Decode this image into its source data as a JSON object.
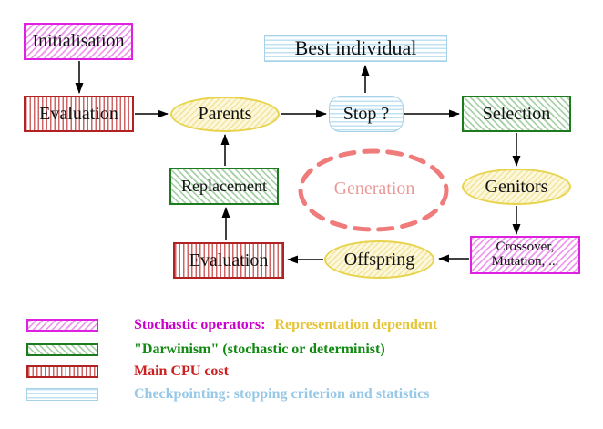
{
  "diagram": {
    "nodes": {
      "initialisation": {
        "label": "Initialisation"
      },
      "evaluation_top": {
        "label": "Evaluation"
      },
      "parents": {
        "label": "Parents"
      },
      "stop": {
        "label": "Stop ?"
      },
      "best_individual": {
        "label": "Best individual"
      },
      "selection": {
        "label": "Selection"
      },
      "genitors": {
        "label": "Genitors"
      },
      "crossover_mutation": {
        "line1": "Crossover,",
        "line2": "Mutation, ..."
      },
      "offspring": {
        "label": "Offspring"
      },
      "evaluation_bottom": {
        "label": "Evaluation"
      },
      "replacement": {
        "label": "Replacement"
      },
      "generation": {
        "label": "Generation"
      }
    },
    "edges": [
      {
        "from": "initialisation",
        "to": "evaluation_top"
      },
      {
        "from": "evaluation_top",
        "to": "parents"
      },
      {
        "from": "parents",
        "to": "stop"
      },
      {
        "from": "stop",
        "to": "best_individual"
      },
      {
        "from": "stop",
        "to": "selection"
      },
      {
        "from": "selection",
        "to": "genitors"
      },
      {
        "from": "genitors",
        "to": "crossover_mutation"
      },
      {
        "from": "crossover_mutation",
        "to": "offspring"
      },
      {
        "from": "offspring",
        "to": "evaluation_bottom"
      },
      {
        "from": "evaluation_bottom",
        "to": "replacement"
      },
      {
        "from": "replacement",
        "to": "parents"
      }
    ],
    "colors": {
      "magenta_border": "#e020e0",
      "green_border": "#1e7a1e",
      "red_border": "#b22222",
      "cyan_border": "#a5d2e6",
      "yellow_border": "#e8d44c",
      "generation_dash": "#ef7b7b",
      "generation_text": "#ea9a9a",
      "arrow": "#000000"
    }
  },
  "legend": {
    "items": [
      {
        "swatch": "magenta-hatch",
        "label": "Stochastic operators:",
        "label2": "Representation dependent",
        "color": "#cc00cc",
        "color2": "#e5c535"
      },
      {
        "swatch": "green-hatch",
        "label": "\"Darwinism\" (stochastic or determinist)",
        "color": "#128a12"
      },
      {
        "swatch": "red-stripes",
        "label": "Main CPU cost",
        "color": "#cc2020"
      },
      {
        "swatch": "cyan-stripes",
        "label": "Checkpointing: stopping criterion and statistics",
        "color": "#96c8e8"
      }
    ]
  }
}
